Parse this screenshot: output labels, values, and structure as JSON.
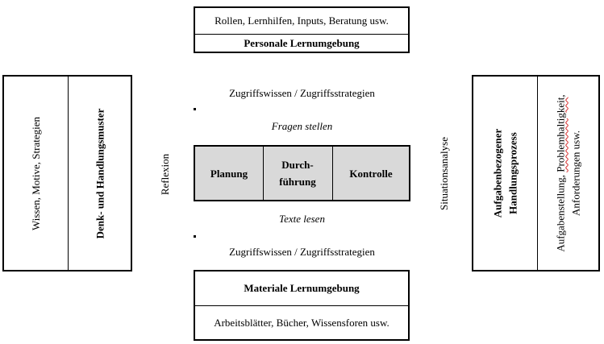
{
  "top": {
    "line": "Rollen, Lernhilfen, Inputs, Beratung usw.",
    "title": "Personale Lernumgebung"
  },
  "access_top": "Zugriffswissen / Zugriffsstrategien",
  "ask": "Fragen stellen",
  "process": {
    "planning": "Planung",
    "execution_1": "Durch-",
    "execution_2": "führung",
    "control": "Kontrolle",
    "fill_color": "#d9d9d9"
  },
  "read": "Texte lesen",
  "access_bottom": "Zugriffswissen / Zugriffsstrategien",
  "bottom": {
    "title": "Materiale Lernumgebung",
    "line": "Arbeitsblätter, Bücher, Wissensforen usw."
  },
  "left": {
    "outer": "Wissen, Motive, Strategien",
    "inner": "Denk- und Handlungsmuster"
  },
  "reflection": "Reflexion",
  "situation": "Situationsanalyse",
  "right": {
    "title_1": "Aufgabenbezogener",
    "title_2": "Handlungsprozess",
    "detail_1a": "Aufgabenstellung, ",
    "detail_1b": "Problemhaltigkeit",
    "detail_1c": ",",
    "detail_2": "Anforderungen usw."
  }
}
